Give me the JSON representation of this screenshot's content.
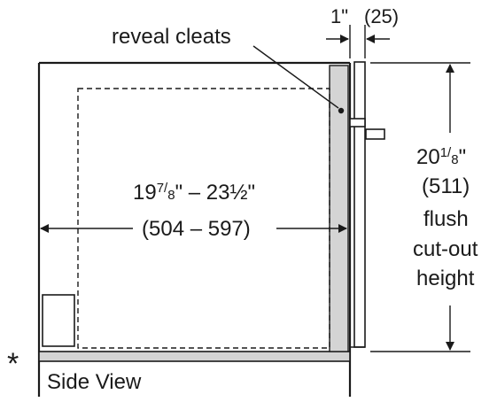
{
  "diagram": {
    "callout_label": "reveal cleats",
    "gap_dimension": {
      "inches": "1\"",
      "mm": "(25)"
    },
    "depth_dimension": {
      "whole": "19",
      "frac_num": "7",
      "frac_den": "8",
      "inch_mark": "\"",
      "dash": "–",
      "whole2": "23",
      "frac2": "½",
      "inch_mark2": "\"",
      "mm": "(504 – 597)"
    },
    "height_dimension": {
      "whole": "20",
      "frac_num": "1",
      "frac_den": "8",
      "inch_mark": "\"",
      "mm": "(511)",
      "line1": "flush",
      "line2": "cut-out",
      "line3": "height"
    },
    "footnote_marker": "*",
    "view_caption": "Side View"
  },
  "colors": {
    "line": "#1a1a1a",
    "panel_fill": "#d4d4d4",
    "background": "#ffffff"
  }
}
